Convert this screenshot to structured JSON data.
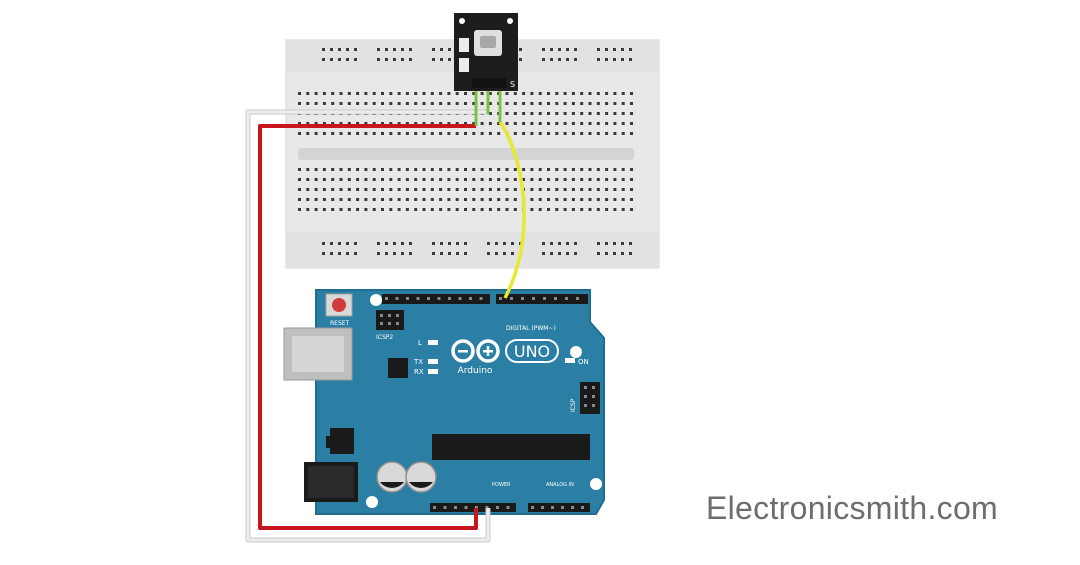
{
  "watermark": {
    "text": "Electronicsmith.com"
  },
  "sensor": {
    "pin_label": "S"
  },
  "arduino": {
    "logo_text": "UNO",
    "brand_text": "Arduino",
    "reset_label": "RESET",
    "icsp2_label": "ICSP2",
    "icsp_label": "ICSP",
    "l_label": "L",
    "tx_label": "TX",
    "rx_label": "RX",
    "on_label": "ON",
    "digital_label": "DIGITAL (PWM~)",
    "power_label": "POWER",
    "analog_label": "ANALOG IN"
  },
  "colors": {
    "board": "#2b7fa4",
    "board_edge": "#1f6d8f",
    "breadboard": "#e6e6e6",
    "wire_red": "#c8161d",
    "wire_yellow": "#e8e82c",
    "wire_gray": "#d7d7d7",
    "pin_green": "#7cc242",
    "sensor_pcb": "#1d1d1d"
  }
}
